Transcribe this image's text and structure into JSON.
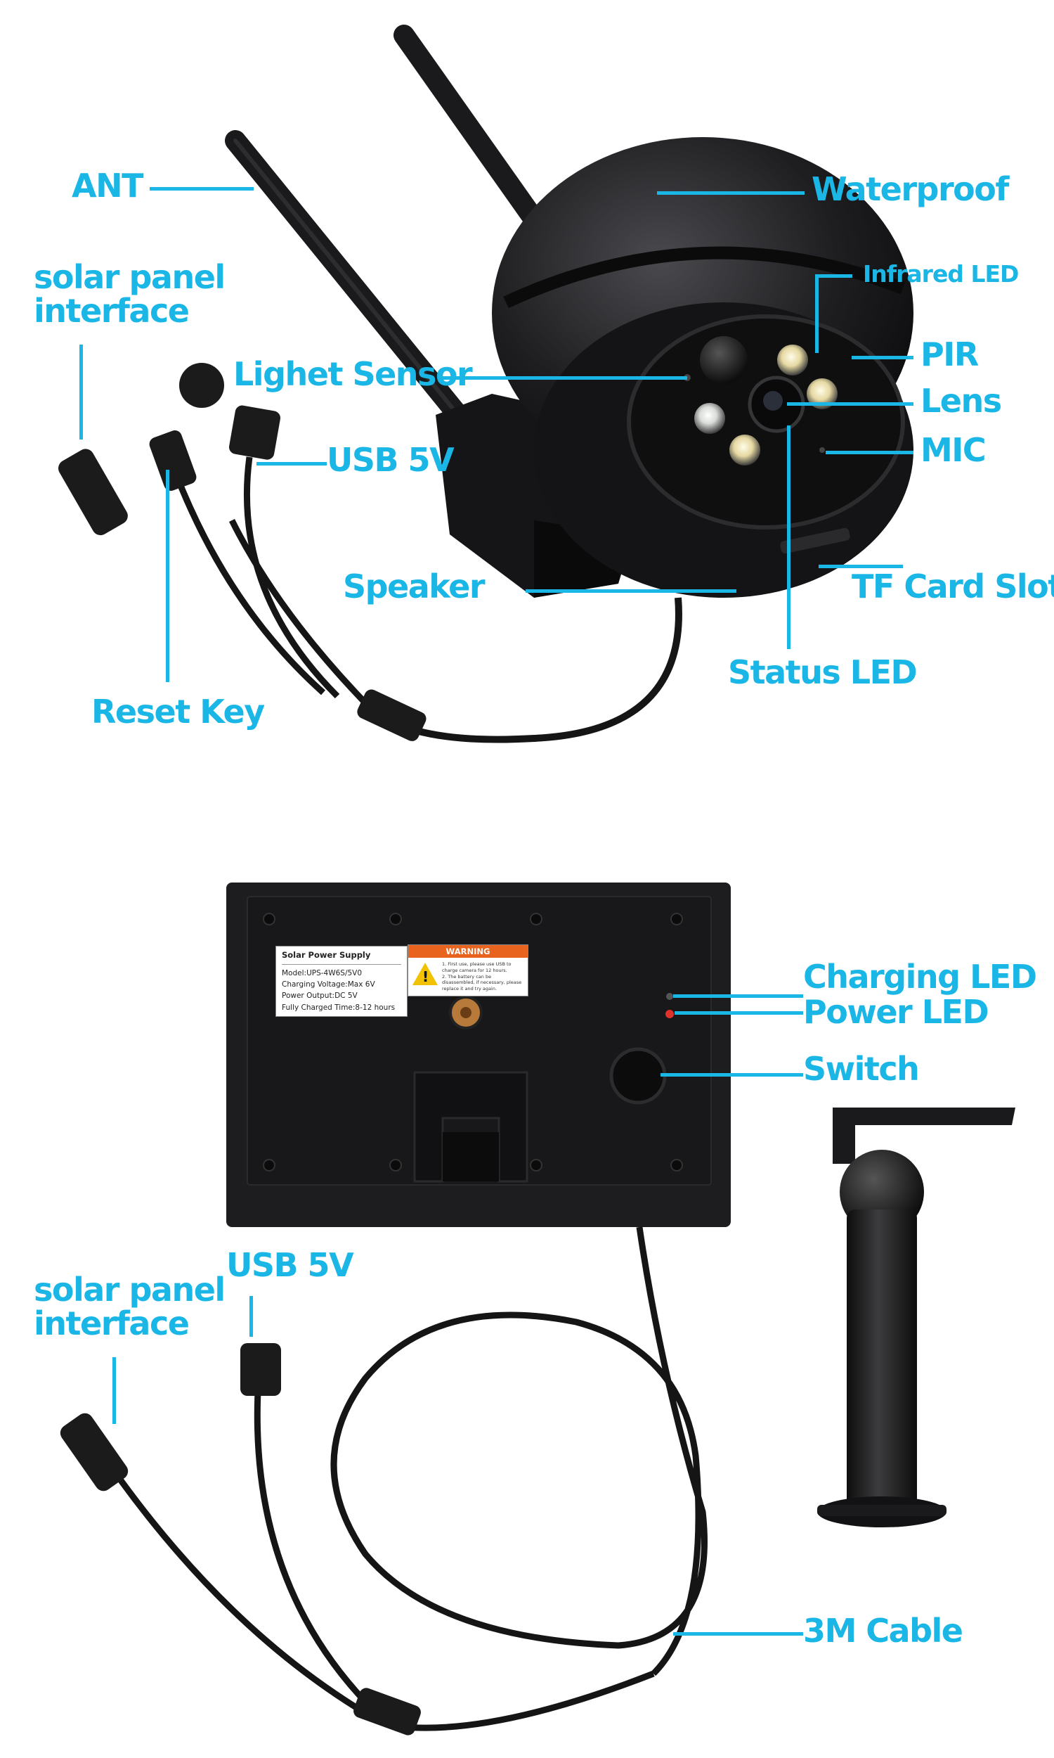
{
  "labels": {
    "ant": "ANT",
    "waterproof": "Waterproof",
    "infrared_led": "Infrared LED",
    "solar_panel_interface_1": "solar panel",
    "solar_panel_interface_2": "interface",
    "pir": "PIR",
    "light_sensor": "Lighet Sensor",
    "lens": "Lens",
    "usb_5v": "USB 5V",
    "mic": "MIC",
    "speaker": "Speaker",
    "tf_card_slot": "TF Card Slot",
    "status_led": "Status LED",
    "reset_key": "Reset Key",
    "charging_led": "Charging LED",
    "power_led": "Power LED",
    "switch": "Switch",
    "usb_5v_bottom": "USB 5V",
    "solar_panel_interface_bottom_1": "solar panel",
    "solar_panel_interface_bottom_2": "interface",
    "cable_3m": "3M Cable"
  },
  "product_label": {
    "title": "Solar Power Supply",
    "model": "Model:UPS-4W6S/5V0",
    "charging_voltage": "Charging Voltage:Max 6V",
    "power_output": "Power Output:DC 5V",
    "fully_charged": "Fully Charged Time:8-12 hours"
  },
  "warning_label": {
    "title": "WARNING",
    "line1": "1. First use, please use USB to charge camera for 12 hours.",
    "line2": "2. The battery can be disassembled, if necessary, please replace it and try again."
  },
  "colors": {
    "accent": "#1ab6e6",
    "device": "#1c1c1e",
    "warning": "#e8641e"
  }
}
